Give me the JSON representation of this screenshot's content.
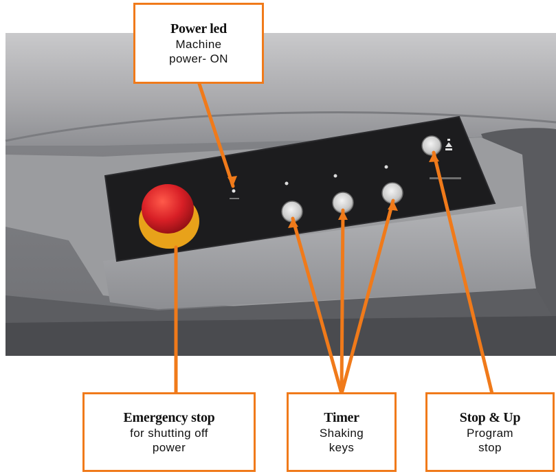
{
  "callouts": {
    "power_led": {
      "title": "Power led",
      "lines": [
        "Machine",
        "power- ON"
      ]
    },
    "emergency_stop": {
      "title": "Emergency stop",
      "lines": [
        "for shutting off",
        "power"
      ]
    },
    "timer": {
      "title": "Timer",
      "lines": [
        "Shaking",
        "keys"
      ]
    },
    "stop_up": {
      "title": "Stop & Up",
      "lines": [
        "Program",
        "stop"
      ]
    }
  },
  "colors": {
    "accent": "#f07a1a",
    "panel": "#1c1c1e",
    "housing": "#8e8f93",
    "estop_red": "#d81f26",
    "estop_ring": "#e8a21a"
  },
  "icons": [
    "power-led-icon",
    "emergency-stop-icon",
    "timer-key-icon",
    "stop-up-key-icon",
    "stop-up-symbol-icon"
  ]
}
